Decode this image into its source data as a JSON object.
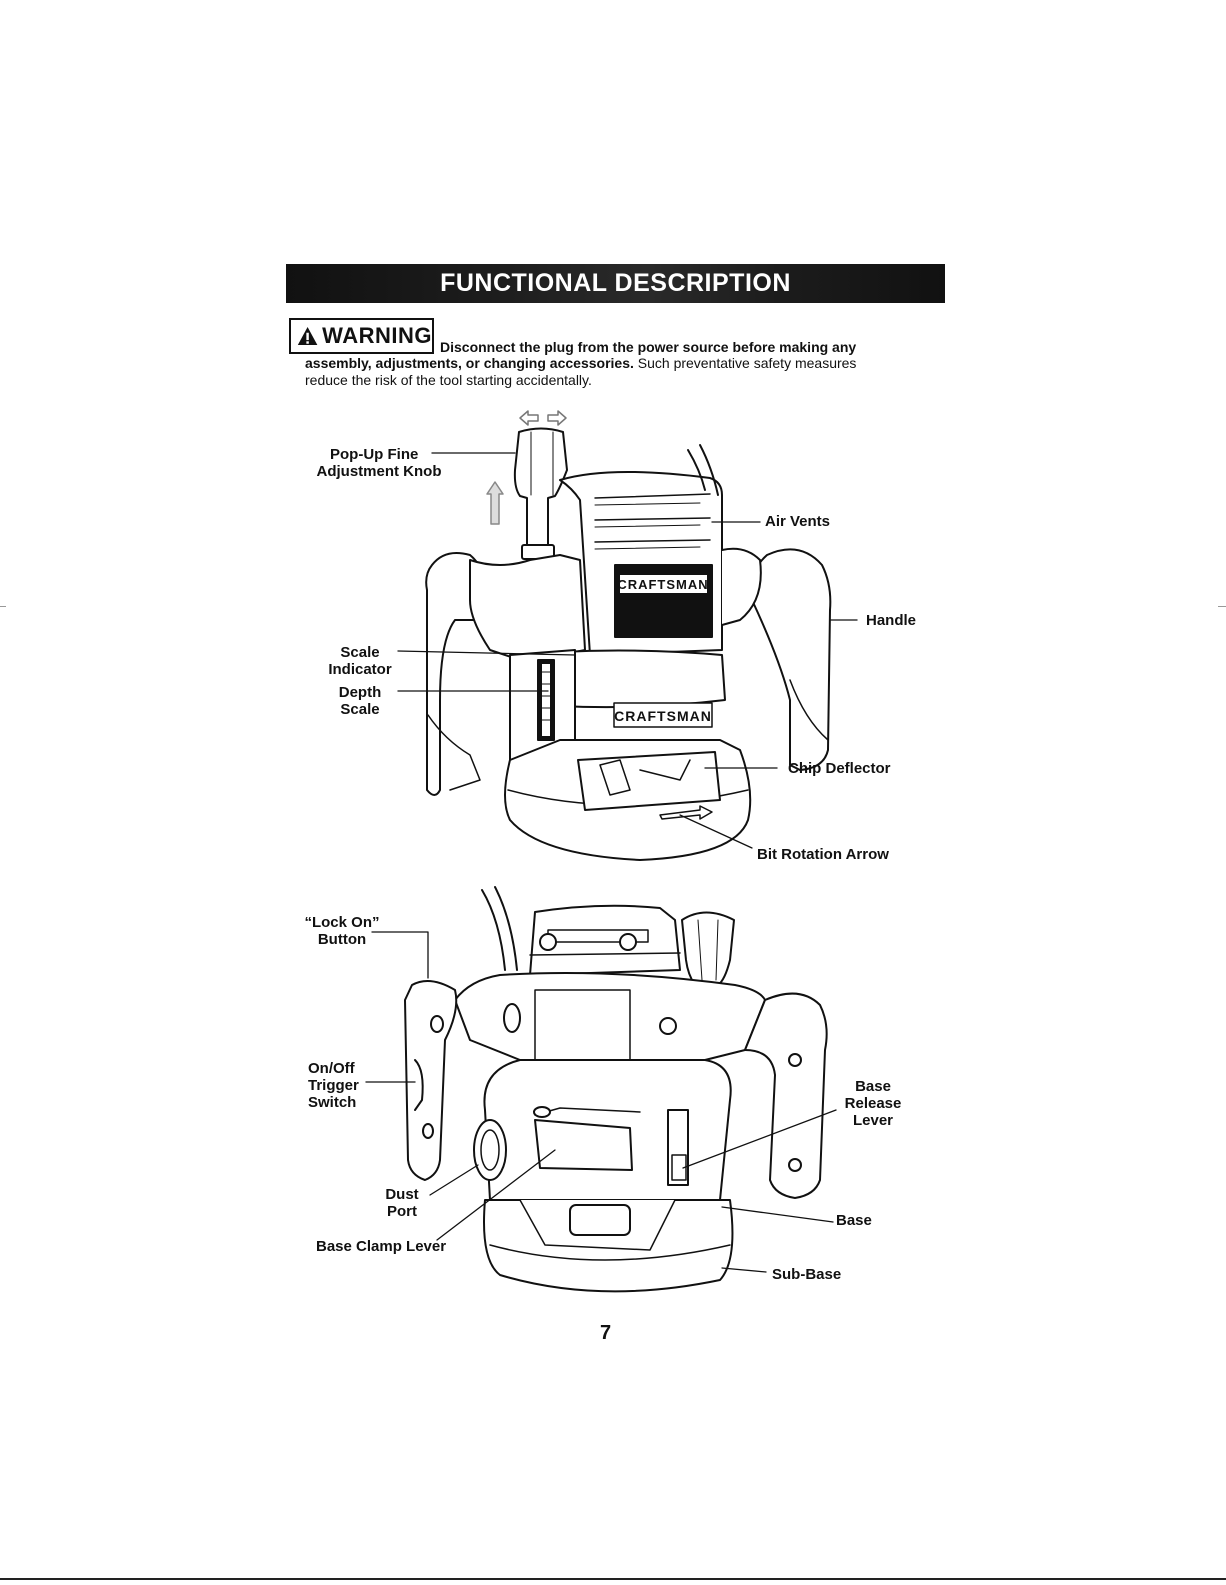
{
  "header": {
    "title": "FUNCTIONAL DESCRIPTION"
  },
  "warning": {
    "badge": "WARNING",
    "line1": "Disconnect the plug from the power source before making any",
    "line2_bold": "assembly, adjustments, or changing accessories.",
    "line2_rest": " Such preventative safety measures",
    "line3": "reduce the risk of the tool starting accidentally."
  },
  "figure1": {
    "logo_text": "CRAFTSMAN",
    "labels": {
      "popup_knob_1": "Pop-Up Fine",
      "popup_knob_2": "Adjustment Knob",
      "air_vents": "Air Vents",
      "handle": "Handle",
      "scale_indicator_1": "Scale",
      "scale_indicator_2": "Indicator",
      "depth_scale_1": "Depth",
      "depth_scale_2": "Scale",
      "chip_deflector": "Chip Deflector",
      "bit_rotation_arrow": "Bit Rotation Arrow"
    }
  },
  "figure2": {
    "labels": {
      "lock_on_1": "“Lock On”",
      "lock_on_2": "Button",
      "trigger_1": "On/Off",
      "trigger_2": "Trigger",
      "trigger_3": "Switch",
      "dust_port_1": "Dust",
      "dust_port_2": "Port",
      "base_clamp_lever": "Base Clamp Lever",
      "base_release_1": "Base",
      "base_release_2": "Release",
      "base_release_3": "Lever",
      "base": "Base",
      "sub_base": "Sub-Base"
    }
  },
  "footer": {
    "page_number": "7"
  }
}
